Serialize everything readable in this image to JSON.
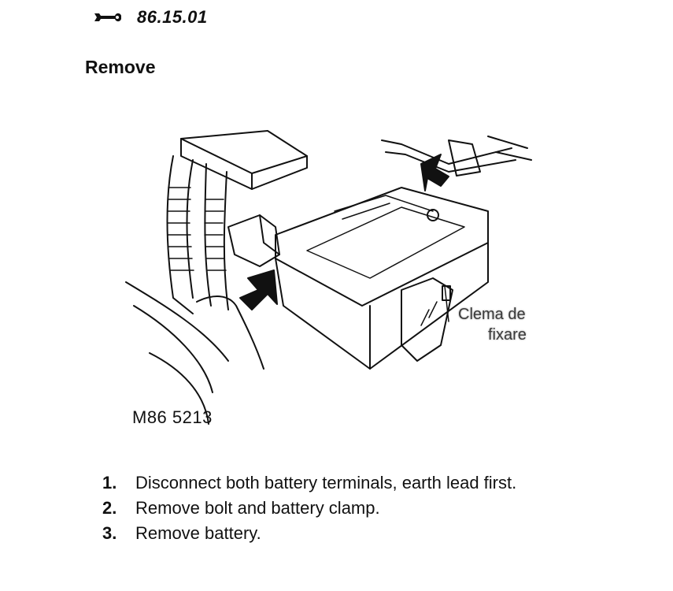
{
  "header": {
    "icon": "wrench-icon",
    "code": "86.15.01"
  },
  "section": {
    "title": "Remove"
  },
  "figure": {
    "label": "M86 5213",
    "annotation_line1": "Clema de",
    "annotation_line2": "fixare"
  },
  "steps": [
    {
      "number": "1.",
      "text": "Disconnect both battery terminals, earth lead first."
    },
    {
      "number": "2.",
      "text": "Remove bolt and battery clamp."
    },
    {
      "number": "3.",
      "text": "Remove battery."
    }
  ]
}
